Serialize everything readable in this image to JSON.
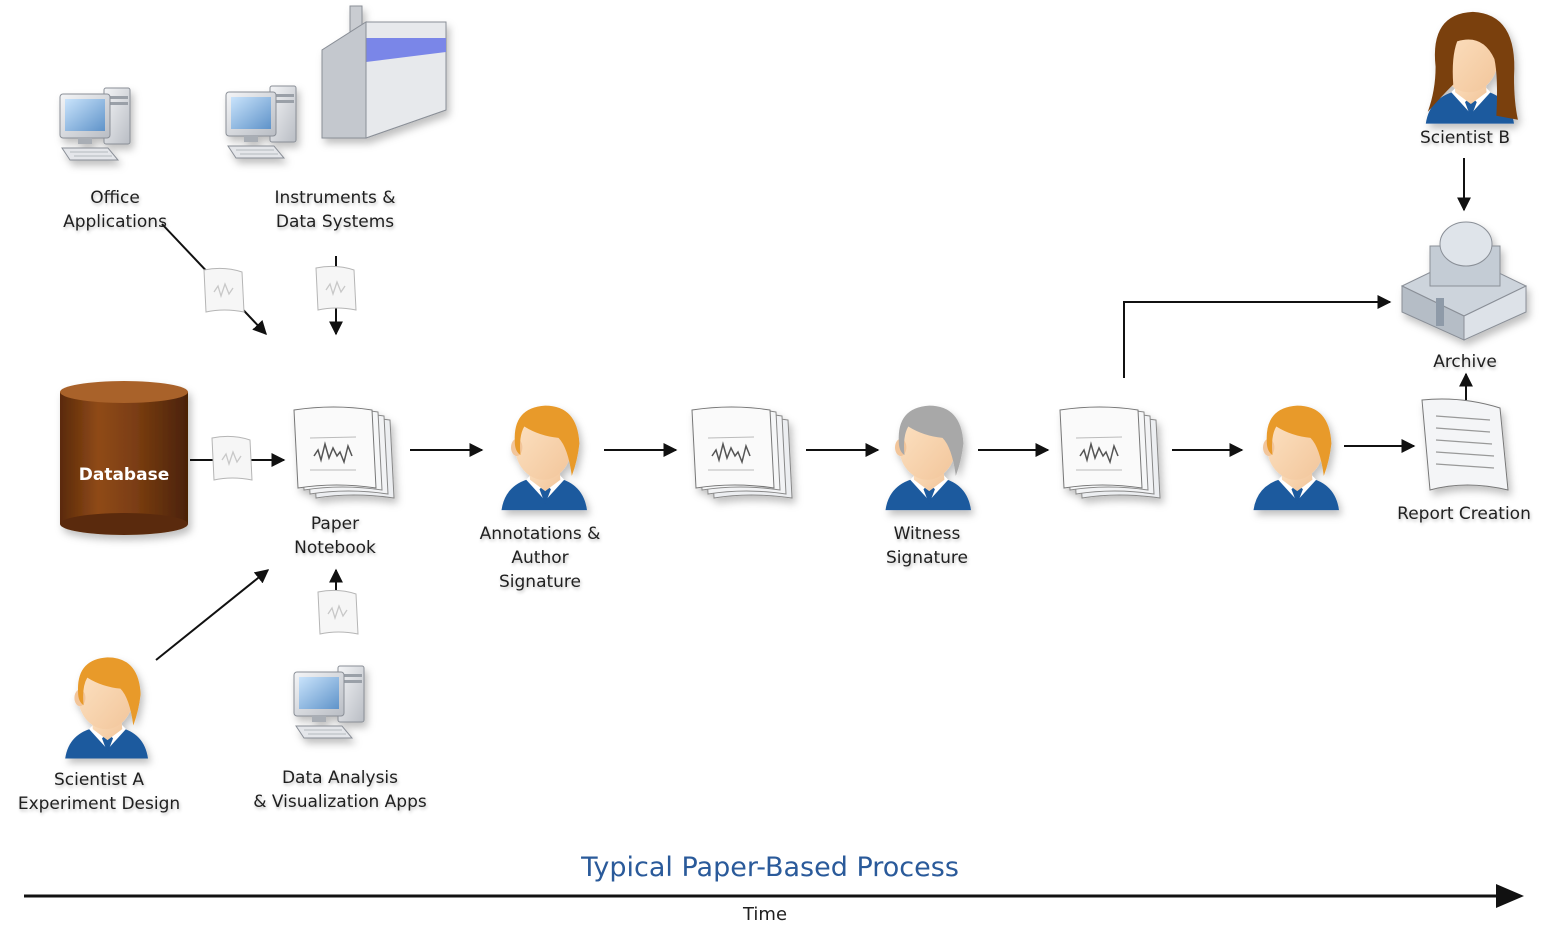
{
  "title": "Typical Paper-Based Process",
  "timeline_label": "Time",
  "nodes": {
    "office_apps": "Office\nApplications",
    "instruments": "Instruments &\nData Systems",
    "database": "Database",
    "paper_notebook": "Paper\nNotebook",
    "scientist_a": "Scientist A\nExperiment Design",
    "data_analysis": "Data Analysis\n& Visualization Apps",
    "annotations": "Annotations &\nAuthor\nSignature",
    "witness": "Witness\nSignature",
    "scientist_b": "Scientist B",
    "archive": "Archive",
    "report": "Report Creation"
  },
  "colors": {
    "title": "#2a5a9a",
    "database": "#7a3d12",
    "person_hair": "#e89a2a",
    "witness_hair": "#a8a8a8",
    "scientist_b_hair": "#7a4010",
    "suit": "#1d5a9e"
  }
}
